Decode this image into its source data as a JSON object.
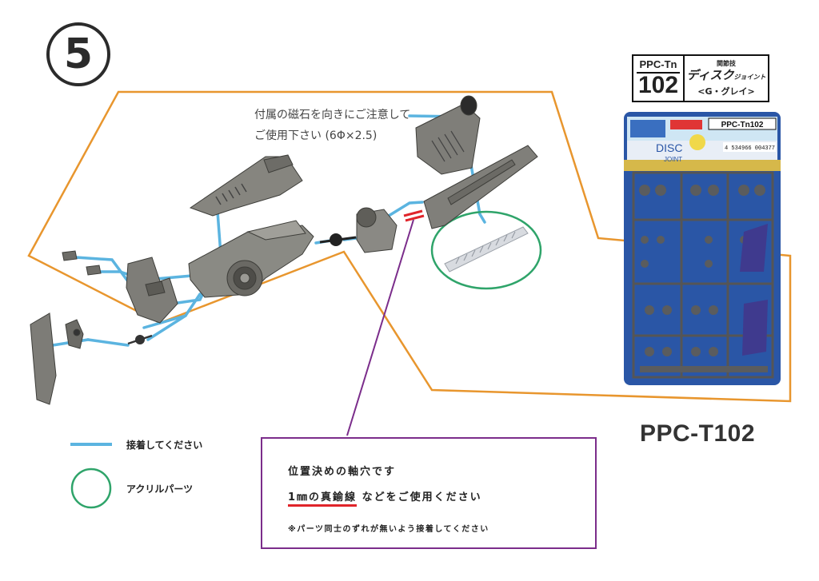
{
  "step": {
    "number": "5"
  },
  "magnet_note": {
    "line1": "付属の磁石を向きにご注意して",
    "line2": "ご使用下さい (6Φ×2.5)"
  },
  "product_label": {
    "code_prefix": "PPC-Tn",
    "code_number": "102",
    "category": "関節技",
    "name_main": "ディスク",
    "name_sub": "ジョイント",
    "color": "<G・グレイ>"
  },
  "package": {
    "code": "PPC-Tn102",
    "disc_text": "DISC",
    "joint_text": "JOINT",
    "barcode": "4 534966 004377"
  },
  "product_code_big": "PPC-T102",
  "legend": {
    "glue_label": "接着してください",
    "acrylic_label": "アクリルパーツ"
  },
  "note": {
    "line1": "位置決めの軸穴です",
    "line2_highlight": "1㎜の真鍮線",
    "line2_rest": " などをご使用ください",
    "line3": "※パーツ同士のずれが無いよう接着してください"
  },
  "colors": {
    "orange_outline": "#e8962e",
    "glue_line": "#5bb4e0",
    "acrylic_circle": "#2fa46a",
    "note_border": "#7b2d8b",
    "highlight_red": "#e0242a",
    "part_gray": "#8a8a84",
    "package_blue": "#2a56a6"
  }
}
